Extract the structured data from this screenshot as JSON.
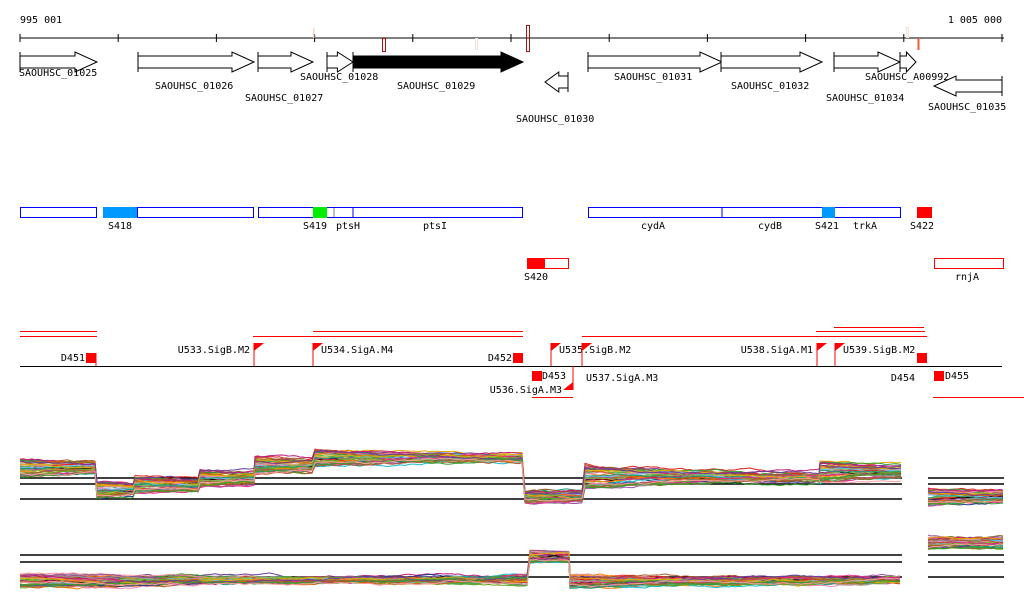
{
  "ruler": {
    "start_label": "995 001",
    "end_label": "1 005 000"
  },
  "genes": [
    {
      "id": "SAOUHSC_01025",
      "strand": "+"
    },
    {
      "id": "SAOUHSC_01026",
      "strand": "+"
    },
    {
      "id": "SAOUHSC_01027",
      "strand": "+"
    },
    {
      "id": "SAOUHSC_01028",
      "strand": "+"
    },
    {
      "id": "SAOUHSC_01029",
      "strand": "+",
      "highlighted": true
    },
    {
      "id": "SAOUHSC_01030",
      "strand": "-"
    },
    {
      "id": "SAOUHSC_01031",
      "strand": "+"
    },
    {
      "id": "SAOUHSC_01032",
      "strand": "+"
    },
    {
      "id": "SAOUHSC_01034",
      "strand": "+"
    },
    {
      "id": "SAOUHSC_A00992",
      "strand": "+"
    },
    {
      "id": "SAOUHSC_01035",
      "strand": "-"
    }
  ],
  "annotations": {
    "labels": [
      "S418",
      "S419",
      "ptsH",
      "ptsI",
      "cydA",
      "cydB",
      "S421",
      "trkA",
      "S422",
      "S420",
      "rnjA"
    ]
  },
  "transcripts": {
    "labels": [
      "D451",
      "U533.SigB.M2",
      "U534.SigA.M4",
      "D452",
      "U535.SigB.M2",
      "U537.SigA.M3",
      "D453",
      "U536.SigA.M3",
      "U538.SigA.M1",
      "U539.SigB.M2",
      "D454",
      "D455"
    ]
  },
  "colors": {
    "sigA": "#ff0000",
    "blue_segment": "#0099ff",
    "green_segment": "#00ee00",
    "gene_outline": "#0000ff"
  }
}
